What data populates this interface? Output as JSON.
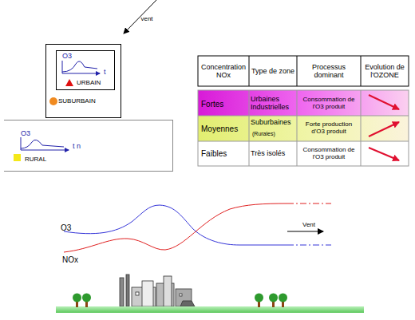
{
  "diagram": {
    "nodes": [
      {
        "text": [
          "SUBURBAIN"
        ]
      },
      {
        "text": [
          "O3",
          "t",
          "URBAIN"
        ],
        "in": 0
      },
      {
        "text": [
          "O3",
          "t n",
          "RURAL"
        ]
      }
    ],
    "labels": [
      "vent",
      "Concentration NOx",
      "Type de zone",
      "Processus dominant",
      "Evolution de l'OZONE",
      "Fortes",
      "Urbaines Industrielles",
      "Consommation de l'O3 produit",
      "Moyennes",
      "Suburbaines",
      "(Rurales)",
      "Forte production d'O3 produit",
      "Faibles",
      "Très isolés",
      "Consommation de l'O3 produit",
      "O3",
      "NOx",
      "Vent"
    ]
  }
}
